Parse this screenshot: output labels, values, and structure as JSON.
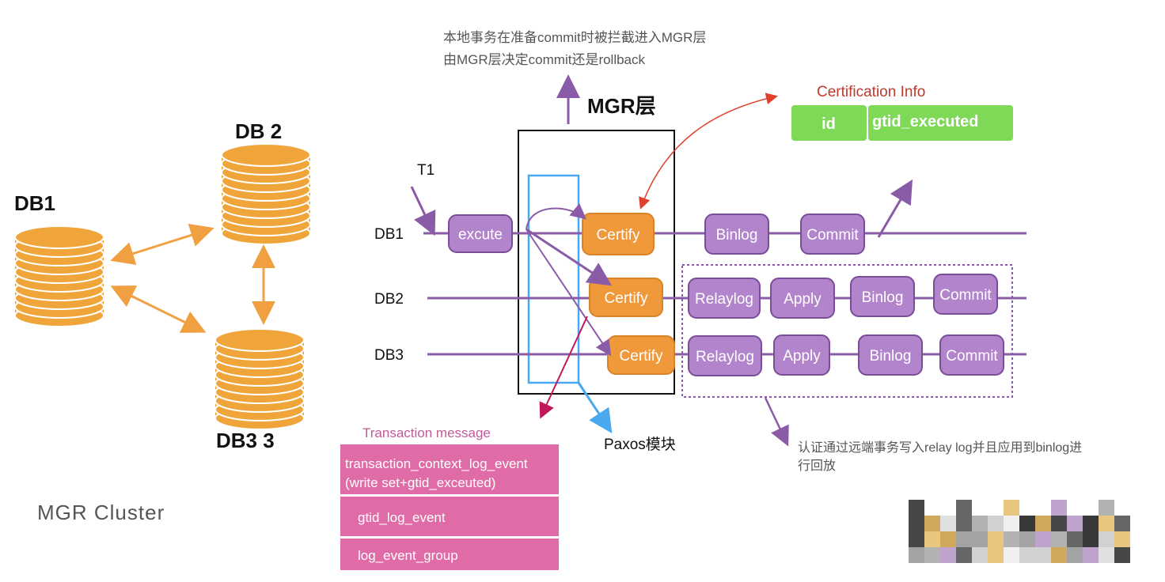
{
  "colors": {
    "purple_line": "#8a5ca8",
    "purple_box": "#b184cc",
    "orange": "#f0993a",
    "green": "#7ed957",
    "red": "#e0412f",
    "blue": "#4aa8f0",
    "pink": "#df6ca6",
    "magenta": "#c2185b"
  },
  "top_note": {
    "line1": "本地事务在准备commit时被拦截进入MGR层",
    "line2": "由MGR层决定commit还是rollback"
  },
  "mgr_layer": "MGR层",
  "cert_info": {
    "title": "Certification Info",
    "id": "id",
    "gtid": "gtid_executed"
  },
  "t1": "T1",
  "rows": {
    "db1": {
      "label": "DB1",
      "excute": "excute",
      "certify": "Certify",
      "binlog": "Binlog",
      "commit": "Commit"
    },
    "db2": {
      "label": "DB2",
      "certify": "Certify",
      "relaylog": "Relaylog",
      "apply": "Apply",
      "binlog": "Binlog",
      "commit": "Commit"
    },
    "db3": {
      "label": "DB3",
      "certify": "Certify",
      "relaylog": "Relaylog",
      "apply": "Apply",
      "binlog": "Binlog",
      "commit": "Commit"
    }
  },
  "cluster": {
    "db1": "DB1",
    "db2": "DB 2",
    "db3": "DB3 3",
    "title": "MGR Cluster"
  },
  "tx_message": {
    "title": "Transaction message",
    "item1_line1": "transaction_context_log_event",
    "item1_line2": "(write set+gtid_exceuted)",
    "item2": "gtid_log_event",
    "item3": "log_event_group"
  },
  "paxos": "Paxos模块",
  "remote_note": {
    "line1": "认证通过远端事务写入relay log并且应用到binlog进",
    "line2": "行回放"
  }
}
